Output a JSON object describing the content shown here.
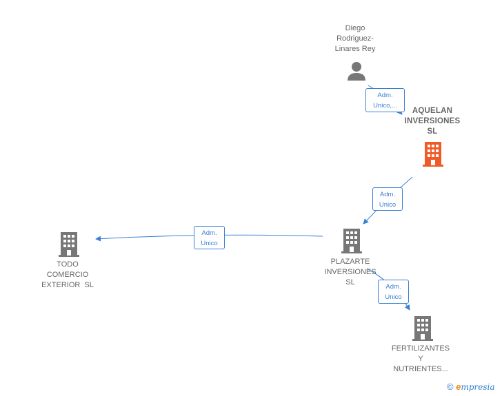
{
  "colors": {
    "accent": "#3a7fd5",
    "center_node": "#f05a28",
    "node": "#777777",
    "text": "#666666"
  },
  "nodes": {
    "person": {
      "name_lines": [
        "Diego",
        "Rodriguez-",
        "Linares Rey"
      ],
      "icon": "person-icon"
    },
    "aquelan": {
      "name_lines": [
        "AQUELAN",
        "INVERSIONES",
        "SL"
      ],
      "icon": "building-icon"
    },
    "plazarte": {
      "name_lines": [
        "PLAZARTE",
        "INVERSIONES",
        "SL"
      ],
      "icon": "building-icon"
    },
    "todo": {
      "name_lines": [
        "TODO",
        "COMERCIO",
        "EXTERIOR  SL"
      ],
      "icon": "building-icon"
    },
    "fertil": {
      "name_lines": [
        "FERTILIZANTES",
        "Y",
        "NUTRIENTES..."
      ],
      "icon": "building-icon"
    }
  },
  "relations": {
    "person_aquelan": [
      "Adm.",
      "Unico,..."
    ],
    "aquelan_plazarte": [
      "Adm.",
      "Unico"
    ],
    "plazarte_todo": [
      "Adm.",
      "Unico"
    ],
    "plazarte_fertil": [
      "Adm.",
      "Unico"
    ]
  },
  "brand": {
    "copyright": "©",
    "e": "e",
    "rest": "mpresia"
  }
}
